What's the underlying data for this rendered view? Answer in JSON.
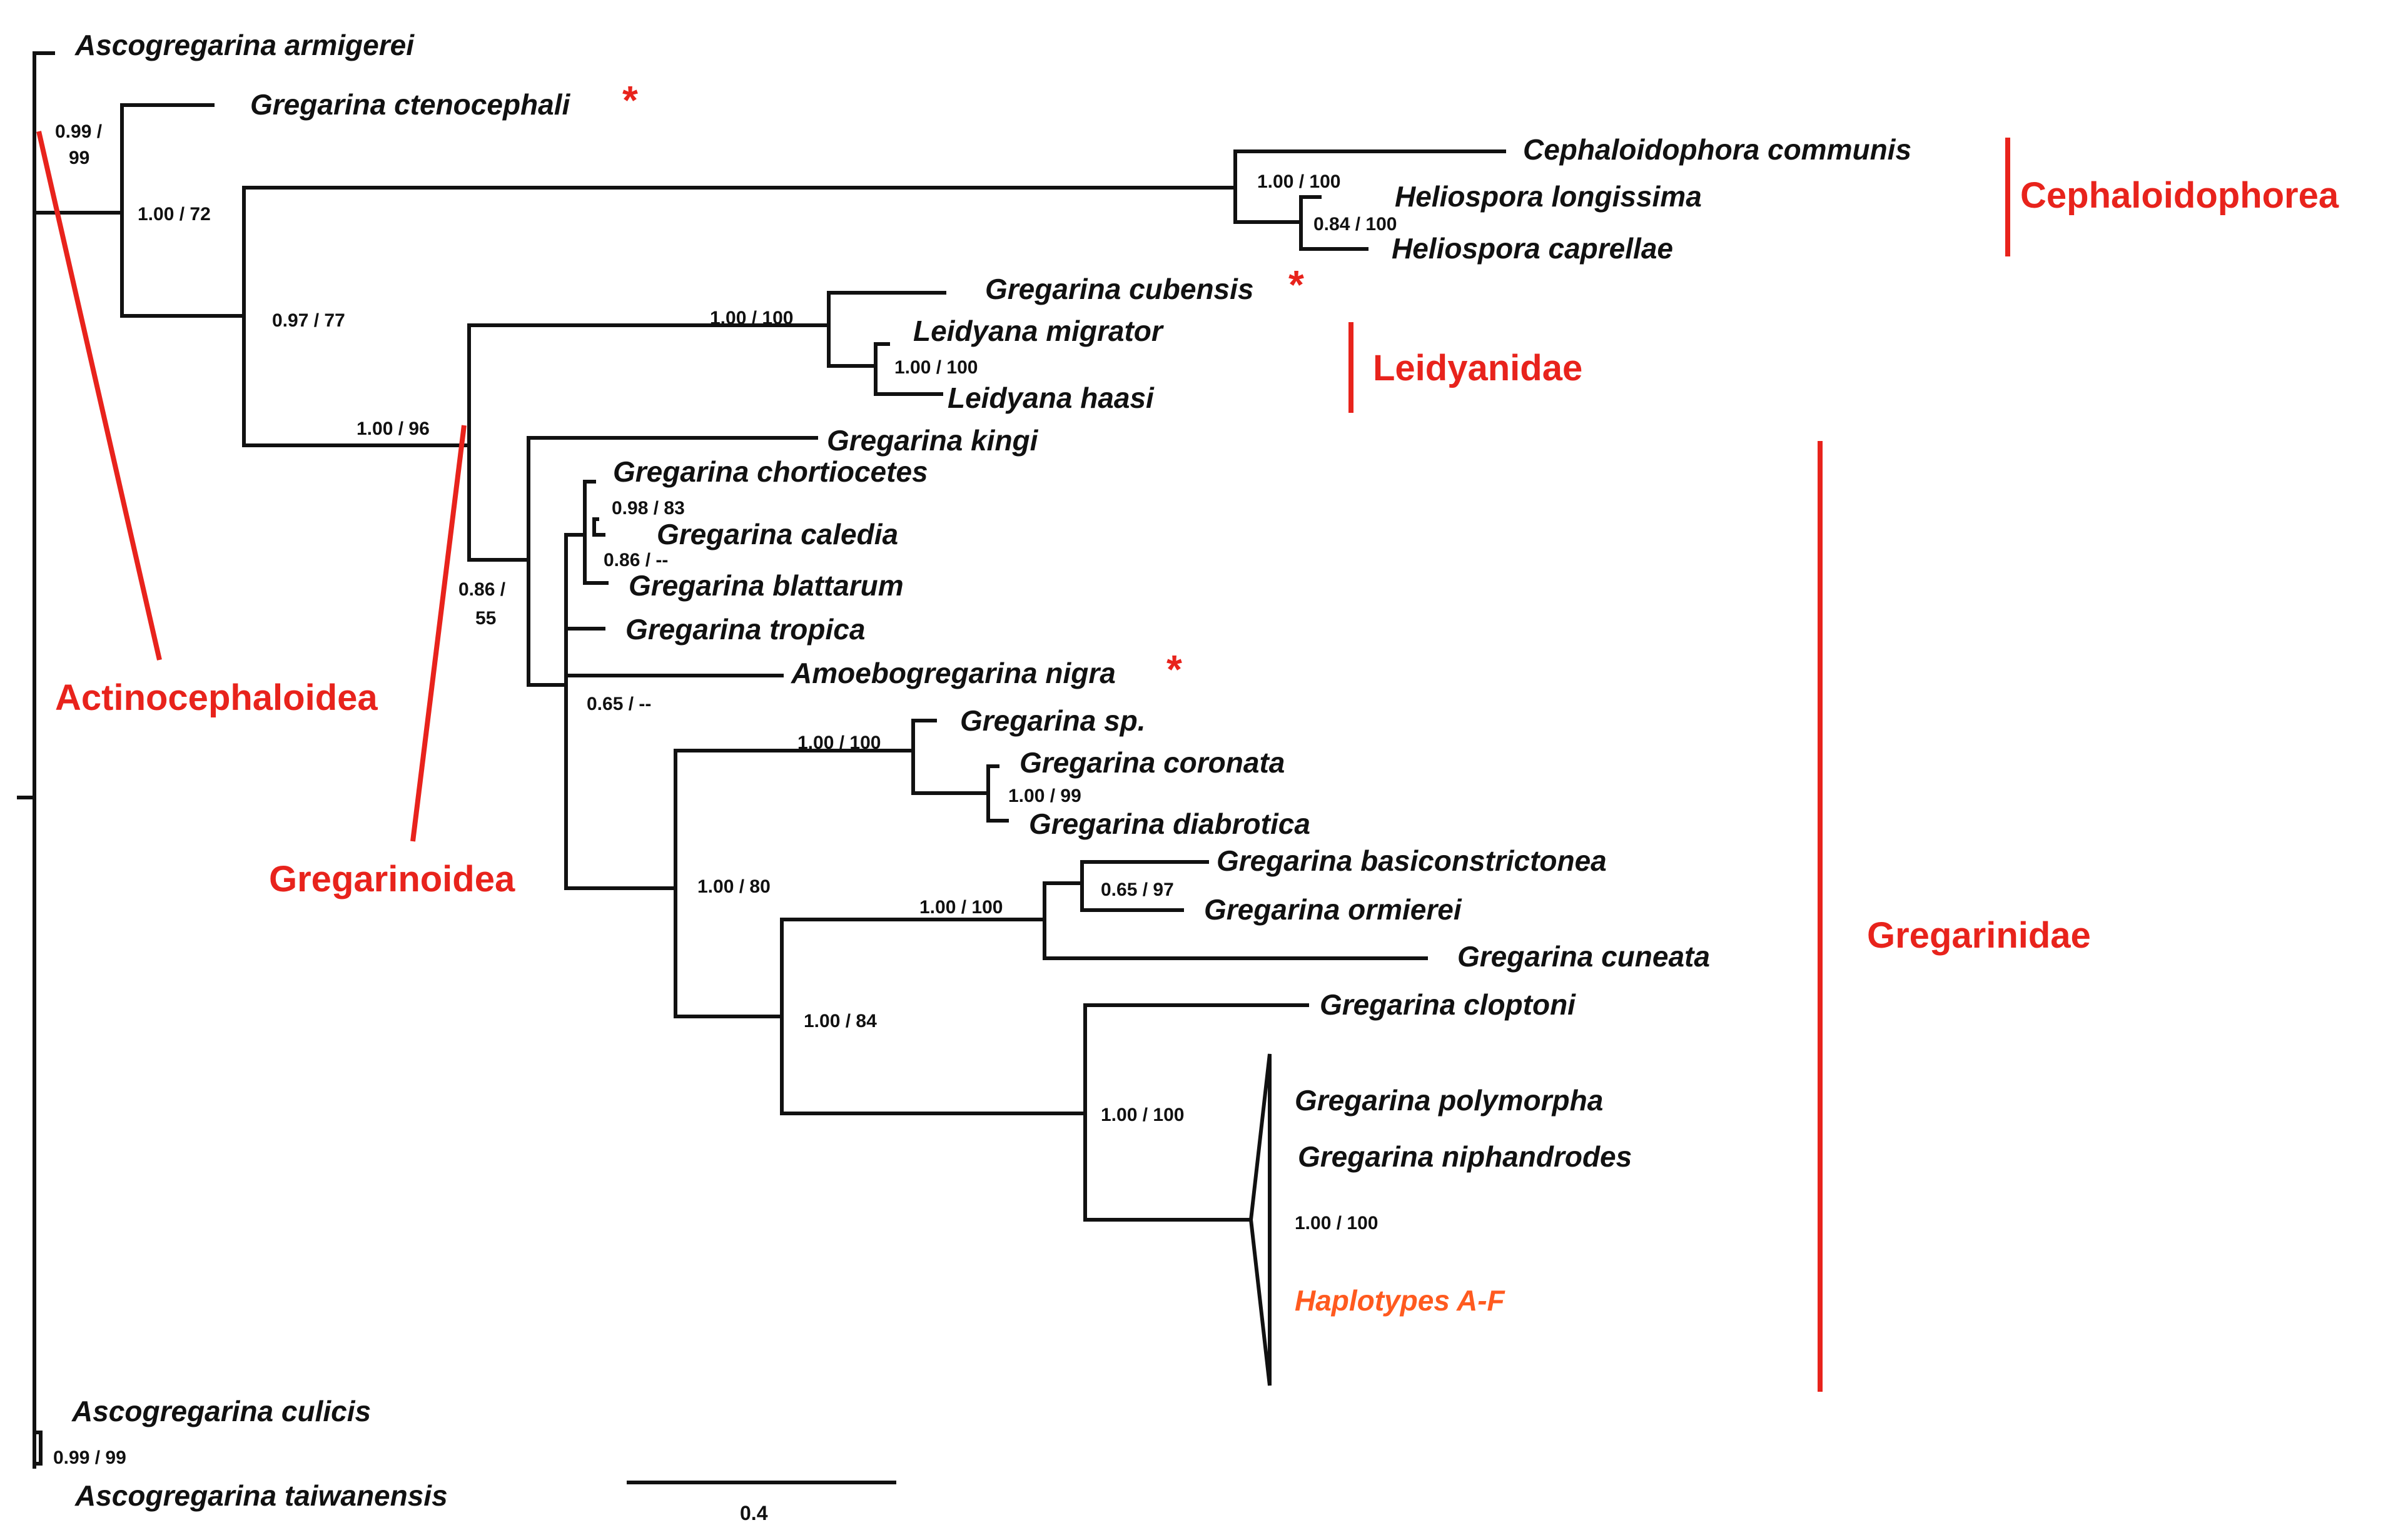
{
  "colors": {
    "branch": "#111111",
    "clade": "#e8231c",
    "haplotype": "#ff5a1f"
  },
  "taxa": {
    "armigerei": "Ascogregarina armigerei",
    "ctenocephali": "Gregarina ctenocephali",
    "communis": "Cephaloidophora communis",
    "longissima": "Heliospora longissima",
    "caprellae": "Heliospora caprellae",
    "cubensis": "Gregarina cubensis",
    "migrator": "Leidyana migrator",
    "haasi": "Leidyana haasi",
    "kingi": "Gregarina kingi",
    "chortiocetes": "Gregarina chortiocetes",
    "caledia": "Gregarina caledia",
    "blattarum": "Gregarina blattarum",
    "tropica": "Gregarina tropica",
    "nigra": "Amoebogregarina nigra",
    "sp": "Gregarina sp.",
    "coronata": "Gregarina coronata",
    "diabrotica": "Gregarina diabrotica",
    "basiconstrictonea": "Gregarina basiconstrictonea",
    "ormierei": "Gregarina ormierei",
    "cuneata": "Gregarina cuneata",
    "cloptoni": "Gregarina cloptoni",
    "polymorpha": "Gregarina polymorpha",
    "niphandrodes": "Gregarina niphandrodes",
    "haplotypes": "Haplotypes A-F",
    "culicis": "Ascogregarina culicis",
    "taiwanensis": "Ascogregarina taiwanensis"
  },
  "asterisk": "*",
  "support": {
    "root_a": "0.99 /",
    "root_b": "99",
    "n_100_72": "1.00 / 72",
    "n_097_77": "0.97 / 77",
    "ceph": "1.00 / 100",
    "helio": "0.84 / 100",
    "leid_clade": "1.00 / 100",
    "leid": "1.00 / 100",
    "greg_all": "1.00 / 96",
    "n086a": "0.86 /",
    "n086b": "55",
    "chort": "0.98 / 83",
    "caled": "0.86 / --",
    "nigra": "0.65 / --",
    "sp_clade": "1.00 / 100",
    "coron": "1.00 / 99",
    "big_80": "1.00 / 80",
    "basi": "0.65 / 97",
    "basi_clade": "1.00 / 100",
    "n_100_84": "1.00 / 84",
    "polym": "1.00 / 100",
    "hapl": "1.00 / 100",
    "asco": "0.99 / 99"
  },
  "clades": {
    "cephaloidophorea": "Cephaloidophorea",
    "leidyanidae": "Leidyanidae",
    "gregarinidae": "Gregarinidae",
    "actinocephaloidea": "Actinocephaloidea",
    "gregarinoidea": "Gregarinoidea"
  },
  "scale": {
    "label": "0.4"
  }
}
